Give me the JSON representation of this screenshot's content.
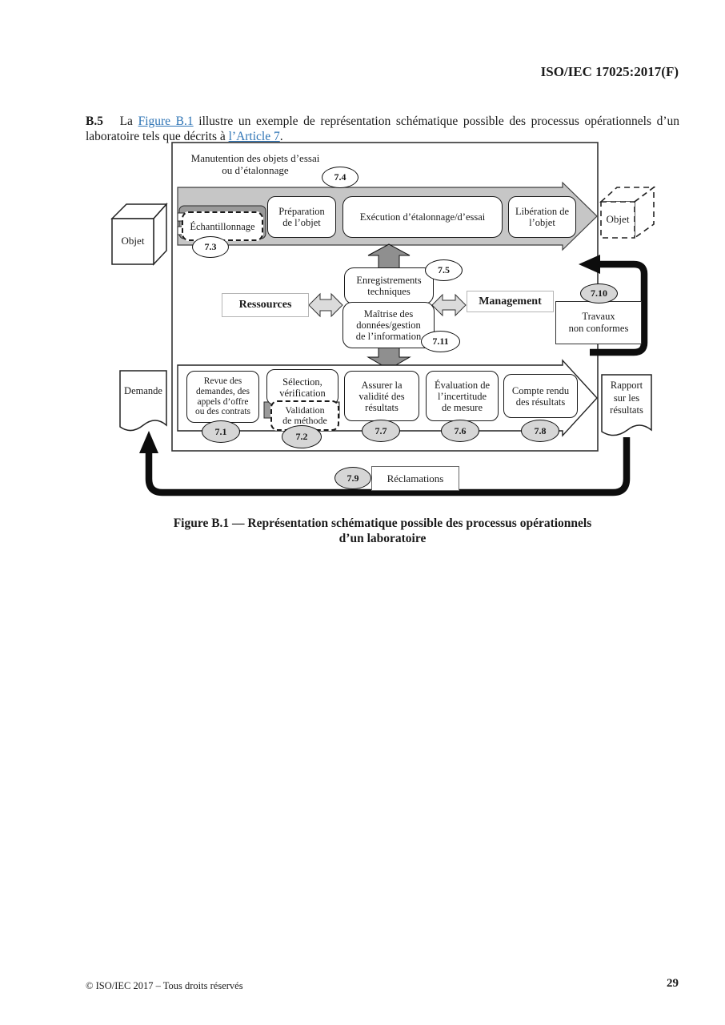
{
  "page": {
    "header": "ISO/IEC 17025:2017(F)",
    "footer_left": "© ISO/IEC 2017 – Tous droits réservés",
    "footer_page": "29"
  },
  "paragraph": {
    "label": "B.5",
    "lead": "La",
    "link_figure": "Figure B.1",
    "middle": "illustre un exemple de représentation schématique possible des processus opérationnels d’un laboratoire tels que décrits à",
    "link_article": "l’Article 7",
    "end": "."
  },
  "caption": {
    "line1": "Figure B.1 — Représentation schématique possible des processus opérationnels",
    "line2": "d’un laboratoire"
  },
  "diagram": {
    "handling_label": "Manutention des objets d’essai\nou d’étalonnage",
    "boxes": {
      "echantillonnage": "Échantillonnage",
      "preparation": "Préparation\nde l’objet",
      "execution": "Exécution d’étalonnage/d’essai",
      "liberation": "Libération de\nl’objet",
      "enregistrements": "Enregistrements\ntechniques",
      "maitrise": "Maîtrise des\ndonnées/gestion\nde l’information",
      "ressources": "Ressources",
      "management": "Management",
      "travaux": "Travaux\nnon conformes",
      "revue": "Revue des\ndemandes, des\nappels d’offre\nou des contrats",
      "selection": "Sélection,\nvérification",
      "validation": "Validation\nde méthode",
      "assurer": "Assurer la\nvalidité des\nrésultats",
      "evaluation": "Évaluation de\nl’incertitude\nde mesure",
      "compte": "Compte rendu\ndes résultats",
      "reclamations": "Réclamations",
      "demande": "Demande",
      "rapport": "Rapport\nsur les\nrésultats",
      "objet_gauche": "Objet",
      "objet_droite": "Objet"
    },
    "badges": {
      "b7_1": "7.1",
      "b7_2": "7.2",
      "b7_3": "7.3",
      "b7_4": "7.4",
      "b7_5": "7.5",
      "b7_6": "7.6",
      "b7_7": "7.7",
      "b7_8": "7.8",
      "b7_9": "7.9",
      "b7_10": "7.10",
      "b7_11": "7.11"
    },
    "colors": {
      "band_gray": "#c6c6c6",
      "arrow_dark": "#8f8f8f",
      "arrow_light": "#dbdbdb",
      "badge_gray": "#d6d6d6",
      "link_blue": "#2e74b5"
    }
  }
}
